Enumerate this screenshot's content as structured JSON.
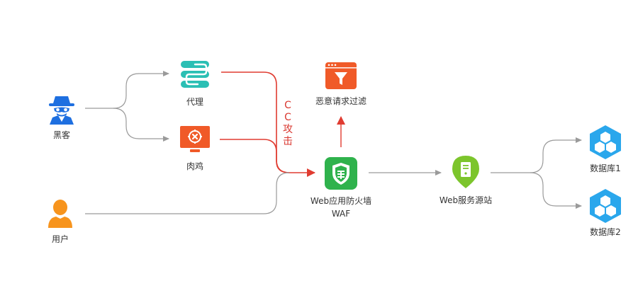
{
  "nodes": {
    "hacker": "黑客",
    "proxy": "代理",
    "zombie": "肉鸡",
    "user": "用户",
    "waf_line1": "Web应用防火墙",
    "waf_line2": "WAF",
    "filter": "恶意请求过滤",
    "origin": "Web服务源站",
    "db1": "数据库1",
    "db2": "数据库2"
  },
  "attack_label": [
    "C",
    "C",
    "攻",
    "击"
  ],
  "icons": {
    "hacker": "spy-hacker-icon",
    "proxy": "proxy-server-icon",
    "zombie": "compromised-monitor-icon",
    "user": "user-icon",
    "waf": "shield-firewall-icon",
    "filter": "browser-filter-icon",
    "origin": "server-location-pin-icon",
    "db1": "database-hexagon-icon",
    "db2": "database-hexagon-icon"
  },
  "colors": {
    "attack_line": "#e03c31",
    "normal_line": "#9a9a9a",
    "hacker": "#1e6fe0",
    "proxy": "#2bbfb4",
    "zombie": "#f05a28",
    "user": "#f7941d",
    "waf": "#2fb24c",
    "filter": "#f05a28",
    "origin": "#7cc52c",
    "database": "#2aa7ec"
  }
}
